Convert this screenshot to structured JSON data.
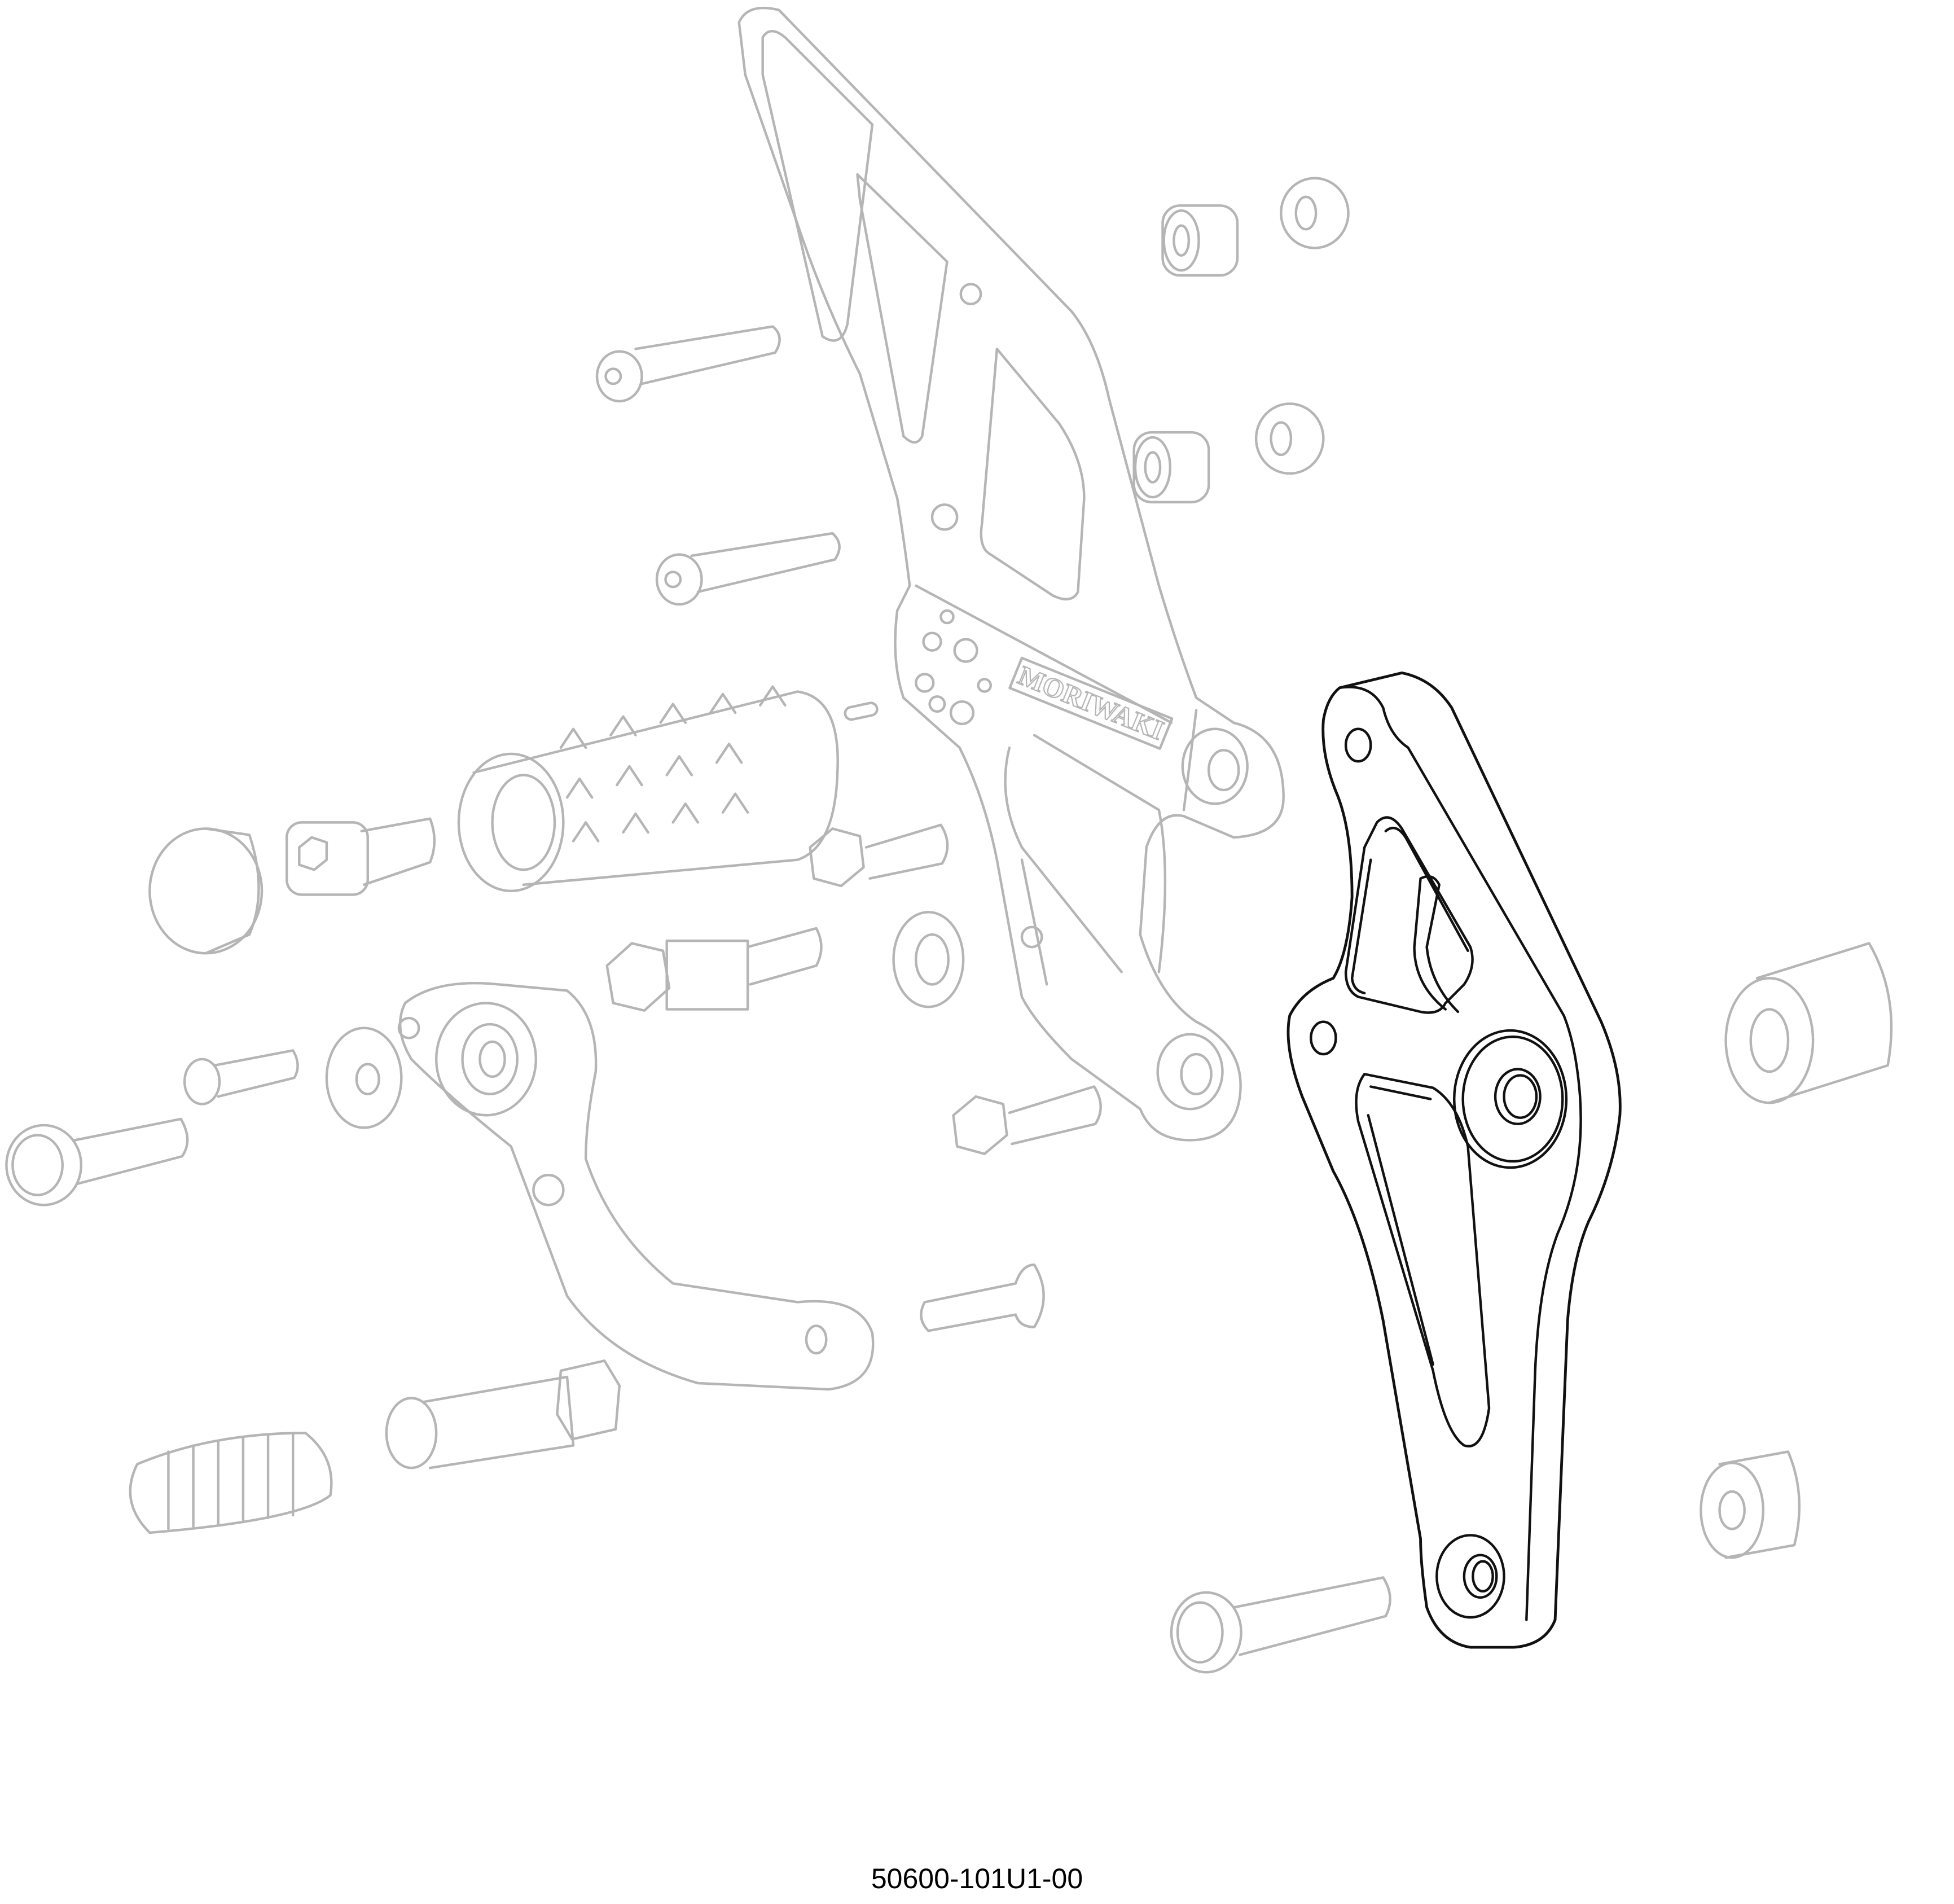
{
  "diagram": {
    "part_number": "50600-101U1-00",
    "logo_text": "MORIWAKI",
    "highlighted_part": "heel-guard-plate",
    "colors": {
      "highlight": "#111111",
      "faded": "#b5b5b5",
      "background": "#ffffff"
    }
  }
}
